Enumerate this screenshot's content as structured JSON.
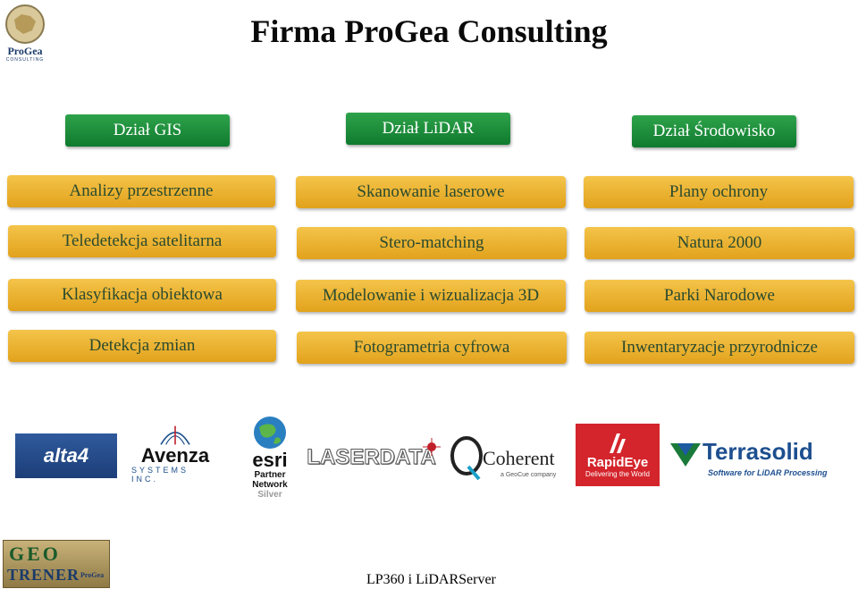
{
  "title": "Firma ProGea Consulting",
  "progea_logo": {
    "line1": "ProGea",
    "line2": "CONSULTING"
  },
  "departments": [
    "Dział GIS",
    "Dział LiDAR",
    "Dział  Środowisko"
  ],
  "columns": [
    [
      "Analizy przestrzenne",
      "Teledetekcja  satelitarna",
      "Klasyfikacja obiektowa",
      "Detekcja  zmian"
    ],
    [
      "Skanowanie  laserowe",
      "Stero-matching",
      "Modelowanie i wizualizacja 3D",
      "Fotogrametria cyfrowa"
    ],
    [
      "Plany ochrony",
      "Natura 2000",
      "Parki Narodowe",
      "Inwentaryzacje przyrodnicze"
    ]
  ],
  "partners": {
    "alta4": "alta4",
    "avenza": "Avenza",
    "avenza_sub": "SYSTEMS INC.",
    "esri": "esri",
    "esri_sub1": "Partner",
    "esri_sub2": "Network",
    "esri_sub3": "Silver",
    "laserdata": "LASERDATA",
    "coherent": "Coherent",
    "coherent_sub": "a GeoCue company",
    "rapideye": "RapidEye",
    "rapideye_sub": "Delivering the World",
    "terrasolid": "Terrasolid",
    "terrasolid_sub": "Software for LiDAR Processing"
  },
  "geotrener": {
    "line1": "GEO",
    "line2": "TRENER",
    "badge": "ProGea"
  },
  "footer": "LP360 i LiDARServer",
  "colors": {
    "dept_green": "#1a8c3a",
    "item_gold": "#eab02c",
    "text_green": "#2a4a2e"
  }
}
